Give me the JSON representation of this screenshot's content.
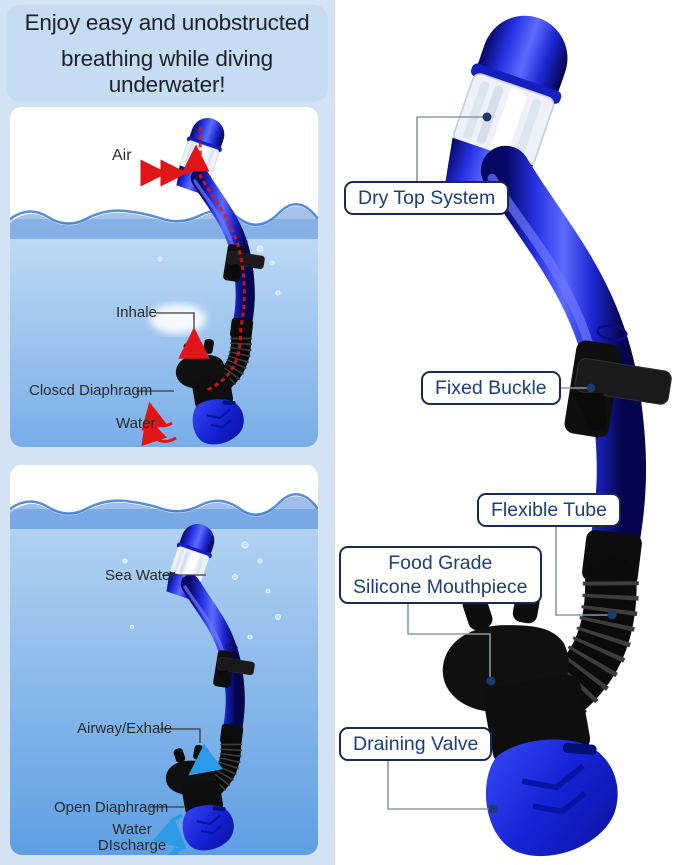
{
  "banner": {
    "line1": "Enjoy easy and unobstructed",
    "line2": "breathing while diving underwater!"
  },
  "panel_top": {
    "air": "Air",
    "inhale": "Inhale",
    "closed_diaphragm": "Closcd Diaphragm",
    "water": "Water"
  },
  "panel_bottom": {
    "sea_water": "Sea Water",
    "airway_exhale": "Airway/Exhale",
    "open_diaphragm": "Open Diaphragm",
    "water_discharge_line1": "Water",
    "water_discharge_line2": "DIscharge"
  },
  "callouts": {
    "dry_top": "Dry Top System",
    "fixed_buckle": "Fixed Buckle",
    "flexible_tube": "Flexible Tube",
    "mouthpiece_line1": "Food Grade",
    "mouthpiece_line2": "Silicone Mouthpiece",
    "draining_valve": "Draining Valve"
  },
  "colors": {
    "left_background": "#d3e3f4",
    "banner_background": "#c6dcf2",
    "snorkel_blue": "#2430e0",
    "snorkel_black": "#0d0d0d",
    "callout_text": "#1c3e79",
    "callout_border": "#1a2a52",
    "red_arrow": "#e01616",
    "blue_arrow": "#2b9be8",
    "connector_line": "#8b97a6",
    "connector_dot": "#1d3a70"
  }
}
